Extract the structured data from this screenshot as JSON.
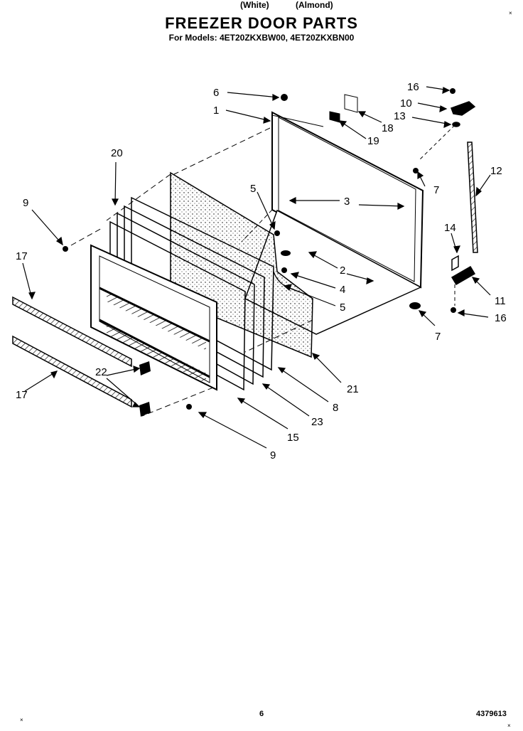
{
  "header": {
    "title": "FREEZER DOOR PARTS",
    "models": "For Models: 4ET20ZKXBW00, 4ET20ZKXBN00",
    "variant_white": "(White)",
    "variant_almond": "(Almond)"
  },
  "callouts": [
    "1",
    "2",
    "3",
    "4",
    "5",
    "5",
    "6",
    "7",
    "7",
    "8",
    "9",
    "9",
    "10",
    "11",
    "12",
    "13",
    "14",
    "15",
    "16",
    "16",
    "17",
    "17",
    "18",
    "19",
    "20",
    "21",
    "22",
    "23"
  ],
  "footer": {
    "page_number": "6",
    "doc_number": "4379613"
  },
  "marks": {
    "top_right": "×",
    "bottom_left": "×",
    "bottom_right": "×"
  }
}
